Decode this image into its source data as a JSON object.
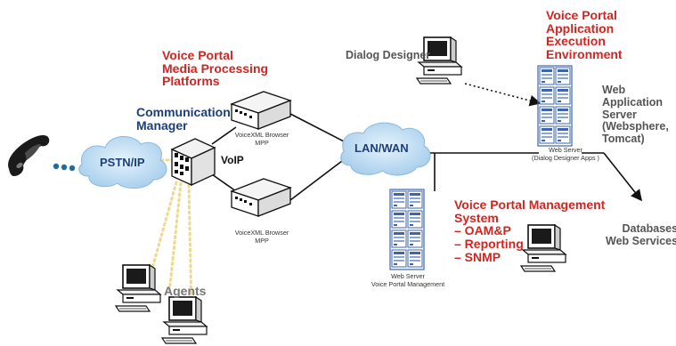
{
  "labels": {
    "pstn": "PSTN/IP",
    "lanwan": "LAN/WAN",
    "voip": "VoIP",
    "comm_manager": [
      "Communication",
      "Manager"
    ],
    "media_processing": [
      "Voice Portal",
      "Media Processing",
      "Platforms"
    ],
    "mpp_top": [
      "VoiceXML Browser",
      "MPP"
    ],
    "mpp_bottom": [
      "VoiceXML Browser",
      "MPP"
    ],
    "dialog_designer": "Dialog Designer",
    "app_exec_env": [
      "Voice Portal",
      "Application",
      "Execution",
      "Environment"
    ],
    "web_app_server": [
      "Web",
      "Application",
      "Server",
      "(Websphere,",
      "Tomcat)"
    ],
    "web_server_dd": [
      "Web Server",
      "(Dialog Designer Apps )"
    ],
    "management_system": [
      "Voice Portal Management",
      "System"
    ],
    "management_items": [
      "– OAM&P",
      "– Reporting",
      "– SNMP"
    ],
    "web_server_vpm": [
      "Web Server",
      "Voice Portal Management"
    ],
    "databases": [
      "Databases",
      "Web Services"
    ],
    "agents": "Agents"
  },
  "colors": {
    "title_red": "#d42420",
    "title_blue": "#1b3f7a",
    "cloud_fill": "#b9d8f0",
    "server_blue": "#5c83c8",
    "dotted_link": "#efd98c"
  },
  "icons": [
    "handset-icon",
    "cloud-icon",
    "switch-icon",
    "mpp-box-icon",
    "server-rack-icon",
    "workstation-icon"
  ]
}
